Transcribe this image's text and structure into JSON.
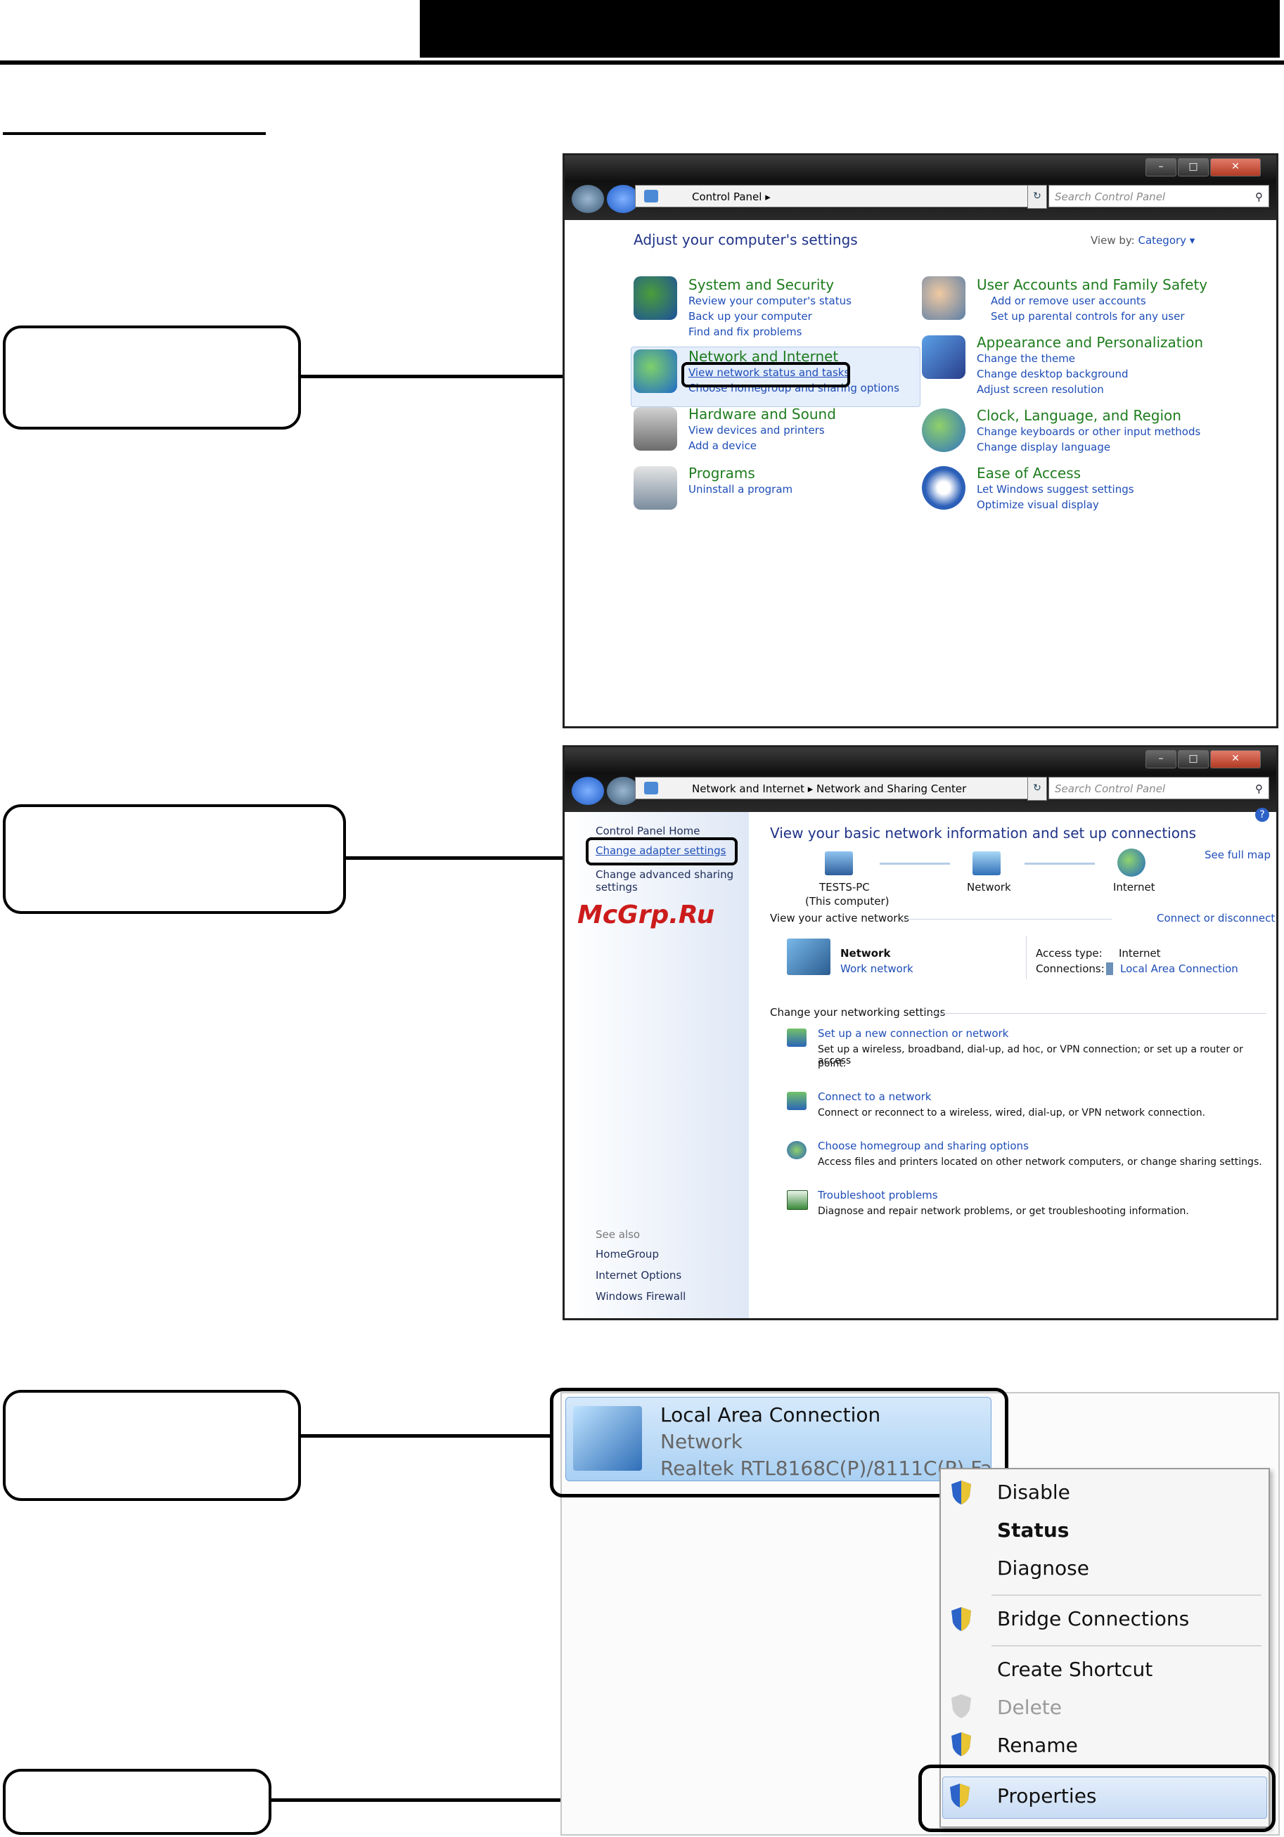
{
  "control_panel": {
    "address": "Control Panel",
    "search_placeholder": "Search Control Panel",
    "heading": "Adjust your computer's settings",
    "view_by_label": "View by:",
    "view_by_value": "Category ▾",
    "categories": [
      {
        "title": "System and Security",
        "links": [
          "Review your computer's status",
          "Back up your computer",
          "Find and fix problems"
        ]
      },
      {
        "title": "Network and Internet",
        "links": [
          "View network status and tasks",
          "Choose homegroup and sharing options"
        ]
      },
      {
        "title": "Hardware and Sound",
        "links": [
          "View devices and printers",
          "Add a device"
        ]
      },
      {
        "title": "Programs",
        "links": [
          "Uninstall a program"
        ]
      },
      {
        "title": "User Accounts and Family Safety",
        "links": [
          "Add or remove user accounts",
          "Set up parental controls for any user"
        ]
      },
      {
        "title": "Appearance and Personalization",
        "links": [
          "Change the theme",
          "Change desktop background",
          "Adjust screen resolution"
        ]
      },
      {
        "title": "Clock, Language, and Region",
        "links": [
          "Change keyboards or other input methods",
          "Change display language"
        ]
      },
      {
        "title": "Ease of Access",
        "links": [
          "Let Windows suggest settings",
          "Optimize visual display"
        ]
      }
    ]
  },
  "network_center": {
    "address": "Network and Internet  ▸  Network and Sharing Center",
    "search_placeholder": "Search Control Panel",
    "sidebar": {
      "home": "Control Panel Home",
      "change_adapter": "Change adapter settings",
      "change_advanced_1": "Change advanced sharing",
      "change_advanced_2": "settings",
      "see_also": "See also",
      "homegroup": "HomeGroup",
      "internet_options": "Internet Options",
      "windows_firewall": "Windows Firewall"
    },
    "heading": "View your basic network information and set up connections",
    "see_full_map": "See full map",
    "map": {
      "pc_1": "TESTS-PC",
      "pc_2": "(This computer)",
      "network": "Network",
      "internet": "Internet"
    },
    "active_networks_label": "View your active networks",
    "connect_disconnect": "Connect or disconnect",
    "active": {
      "name": "Network",
      "type": "Work network",
      "access_type_label": "Access type:",
      "access_type_value": "Internet",
      "connections_label": "Connections:",
      "connections_value": "Local Area Connection"
    },
    "change_settings_label": "Change your networking settings",
    "tasks": [
      {
        "title": "Set up a new connection or network",
        "desc_1": "Set up a wireless, broadband, dial-up, ad hoc, or VPN connection; or set up a router or access",
        "desc_2": "point."
      },
      {
        "title": "Connect to a network",
        "desc_1": "Connect or reconnect to a wireless, wired, dial-up, or VPN network connection.",
        "desc_2": ""
      },
      {
        "title": "Choose homegroup and sharing options",
        "desc_1": "Access files and printers located on other network computers, or change sharing settings.",
        "desc_2": ""
      },
      {
        "title": "Troubleshoot problems",
        "desc_1": "Diagnose and repair network problems, or get troubleshooting information.",
        "desc_2": ""
      }
    ]
  },
  "watermark": "McGrp.Ru",
  "adapter": {
    "name": "Local Area Connection",
    "network": "Network",
    "device": "Realtek RTL8168C(P)/8111C(P) Fa"
  },
  "context_menu": {
    "items": [
      "Disable",
      "Status",
      "Diagnose",
      "Bridge Connections",
      "Create Shortcut",
      "Delete",
      "Rename",
      "Properties"
    ]
  }
}
